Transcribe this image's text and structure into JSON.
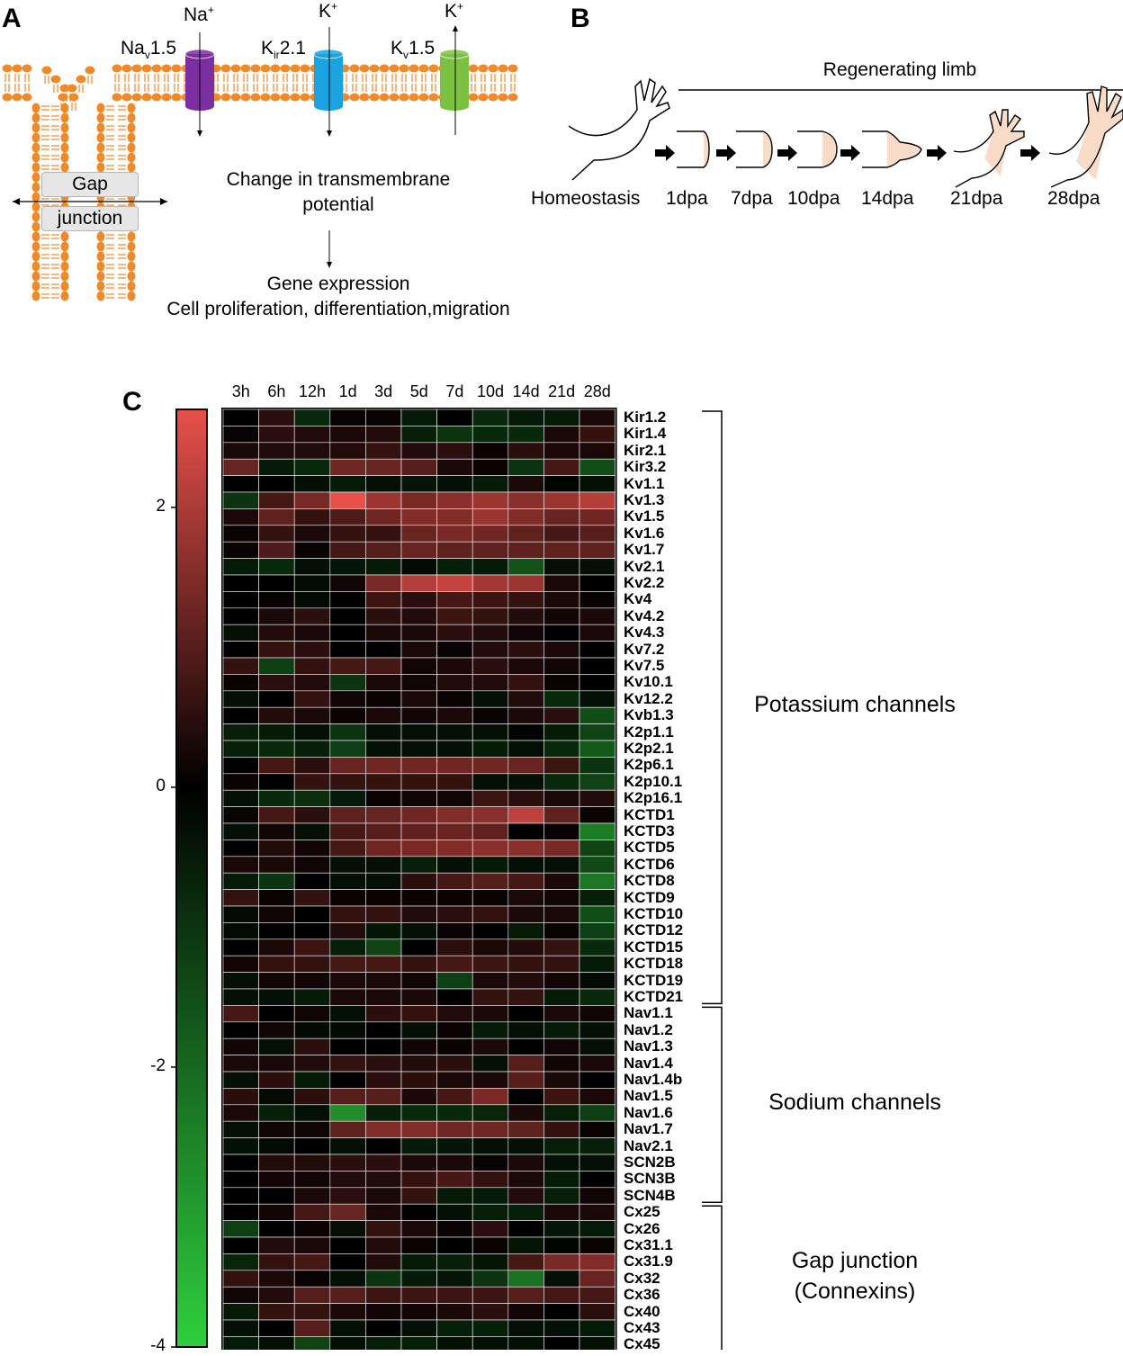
{
  "panelA": {
    "label": "A",
    "channels": [
      {
        "name_main": "Na",
        "name_sub": "v",
        "name_rest": "1.5",
        "ion": "Na",
        "ion_sup": "+",
        "color": "#7b2fa0"
      },
      {
        "name_main": "K",
        "name_sub": "ir",
        "name_rest": "2.1",
        "ion": "K",
        "ion_sup": "+",
        "color": "#1aa3e0"
      },
      {
        "name_main": "K",
        "name_sub": "v",
        "name_rest": "1.5",
        "ion": "K",
        "ion_sup": "+",
        "color": "#7cc242"
      }
    ],
    "gap_label_1": "Gap",
    "gap_label_2": "junction",
    "text_change_1": "Change in transmembrane",
    "text_change_2": "potential",
    "text_gene": "Gene expression",
    "text_cell": "Cell proliferation, differentiation,migration",
    "lipid_color": "#ee8a2a"
  },
  "panelB": {
    "label": "B",
    "header": "Regenerating limb",
    "stages": [
      "Homeostasis",
      "1dpa",
      "7dpa",
      "10dpa",
      "14dpa",
      "21dpa",
      "28dpa"
    ],
    "tissue_color": "#f8dcc8"
  },
  "panelC": {
    "label": "C",
    "colorbar_ticks": [
      "2",
      "0",
      "-2",
      "-4"
    ],
    "colorbar_range": [
      -4,
      2.7
    ],
    "columns": [
      "3h",
      "6h",
      "12h",
      "1d",
      "3d",
      "5d",
      "7d",
      "10d",
      "14d",
      "21d",
      "28d"
    ],
    "rows": [
      "Kir1.2",
      "Kir1.4",
      "Kir2.1",
      "Kir3.2",
      "Kv1.1",
      "Kv1.3",
      "Kv1.5",
      "Kv1.6",
      "Kv1.7",
      "Kv2.1",
      "Kv2.2",
      "Kv4",
      "Kv4.2",
      "Kv4.3",
      "Kv7.2",
      "Kv7.5",
      "Kv10.1",
      "Kv12.2",
      "Kvb1.3",
      "K2p1.1",
      "K2p2.1",
      "K2p6.1",
      "K2p10.1",
      "K2p16.1",
      "KCTD1",
      "KCTD3",
      "KCTD5",
      "KCTD6",
      "KCTD8",
      "KCTD9",
      "KCTD10",
      "KCTD12",
      "KCTD15",
      "KCTD18",
      "KCTD19",
      "KCTD21",
      "Nav1.1",
      "Nav1.2",
      "Nav1.3",
      "Nav1.4",
      "Nav1.4b",
      "Nav1.5",
      "Nav1.6",
      "Nav1.7",
      "Nav2.1",
      "SCN2B",
      "SCN3B",
      "SCN4B",
      "Cx25",
      "Cx26",
      "Cx31.1",
      "Cx31.9",
      "Cx32",
      "Cx36",
      "Cx40",
      "Cx43",
      "Cx45"
    ],
    "groups": [
      {
        "label_lines": [
          "Potassium channels"
        ],
        "first_row": 0,
        "last_row": 35
      },
      {
        "label_lines": [
          "Sodium channels"
        ],
        "first_row": 36,
        "last_row": 47
      },
      {
        "label_lines": [
          "Gap junction",
          "(Connexins)"
        ],
        "first_row": 48,
        "last_row": 56
      }
    ],
    "colors": {
      "high": "#e8504a",
      "mid": "#000000",
      "low": "#2fcf3e"
    },
    "values": [
      [
        0.0,
        0.5,
        -0.8,
        0.1,
        0.1,
        -0.5,
        0.0,
        -0.8,
        -0.5,
        -0.5,
        0.3
      ],
      [
        0.1,
        0.5,
        0.4,
        0.3,
        0.4,
        -0.6,
        -1.0,
        -0.8,
        -0.8,
        0.3,
        0.6
      ],
      [
        0.3,
        0.4,
        0.4,
        0.4,
        0.6,
        0.4,
        0.5,
        0.1,
        0.5,
        0.3,
        0.3
      ],
      [
        1.2,
        -0.5,
        -0.8,
        1.3,
        1.2,
        1.0,
        0.3,
        0.1,
        -1.0,
        0.8,
        -1.5
      ],
      [
        0.0,
        0.0,
        -0.3,
        -0.5,
        -0.3,
        -0.4,
        -0.3,
        -0.5,
        0.3,
        -0.1,
        -0.3
      ],
      [
        -1.0,
        0.8,
        1.4,
        2.8,
        1.8,
        1.4,
        1.6,
        1.8,
        1.6,
        1.8,
        2.1
      ],
      [
        0.3,
        1.1,
        0.6,
        0.9,
        1.3,
        1.5,
        1.5,
        1.8,
        1.5,
        1.2,
        1.3
      ],
      [
        0.1,
        0.6,
        0.3,
        0.6,
        0.6,
        1.2,
        1.4,
        1.3,
        1.1,
        0.8,
        1.0
      ],
      [
        0.1,
        0.9,
        0.1,
        0.8,
        1.0,
        1.2,
        1.1,
        1.1,
        1.1,
        1.1,
        1.1
      ],
      [
        -0.5,
        -0.8,
        -0.3,
        -0.4,
        -0.5,
        -0.2,
        -0.6,
        -0.5,
        -1.6,
        -0.3,
        -0.3
      ],
      [
        0.0,
        0.0,
        -0.2,
        0.2,
        1.4,
        2.1,
        2.3,
        1.9,
        1.8,
        0.3,
        0.0
      ],
      [
        0.0,
        0.1,
        -0.2,
        0.0,
        0.7,
        0.5,
        0.8,
        0.7,
        0.6,
        0.3,
        0.1
      ],
      [
        0.0,
        0.3,
        0.5,
        0.0,
        0.5,
        0.4,
        0.7,
        0.6,
        0.4,
        0.2,
        0.3
      ],
      [
        -0.3,
        0.4,
        0.3,
        0.0,
        0.3,
        0.3,
        0.5,
        0.4,
        0.2,
        0.0,
        0.3
      ],
      [
        0.0,
        0.6,
        0.5,
        0.0,
        0.0,
        0.3,
        0.1,
        0.4,
        0.5,
        0.3,
        0.0
      ],
      [
        0.6,
        -1.2,
        0.6,
        0.8,
        0.8,
        0.2,
        0.3,
        0.5,
        0.3,
        0.2,
        0.0
      ],
      [
        0.1,
        0.5,
        0.4,
        -1.0,
        0.3,
        0.2,
        0.4,
        0.4,
        0.6,
        0.1,
        0.0
      ],
      [
        -0.3,
        0.0,
        0.6,
        0.2,
        0.1,
        0.3,
        0.1,
        -0.3,
        0.4,
        -0.8,
        -0.3
      ],
      [
        0.0,
        0.4,
        0.3,
        0.1,
        0.3,
        0.2,
        0.3,
        0.1,
        0.3,
        0.5,
        -1.5
      ],
      [
        -0.6,
        -0.5,
        -0.3,
        -1.0,
        -0.3,
        -0.3,
        -0.3,
        -0.3,
        -0.1,
        -0.5,
        -1.3
      ],
      [
        -0.6,
        -0.8,
        -0.6,
        -1.2,
        -0.3,
        -0.3,
        -0.3,
        -0.5,
        -0.3,
        -0.8,
        -1.7
      ],
      [
        0.0,
        0.8,
        0.5,
        1.2,
        1.3,
        1.3,
        1.3,
        1.3,
        1.2,
        0.7,
        -1.0
      ],
      [
        0.1,
        0.0,
        0.6,
        0.6,
        0.6,
        0.6,
        0.6,
        -0.3,
        -0.3,
        -0.8,
        -1.3
      ],
      [
        -0.3,
        -0.8,
        -0.9,
        -0.5,
        0.1,
        0.2,
        0.2,
        0.7,
        0.5,
        0.3,
        0.4
      ],
      [
        0.1,
        0.8,
        0.5,
        1.1,
        1.2,
        1.3,
        1.5,
        1.6,
        2.2,
        1.1,
        0.1
      ],
      [
        -0.3,
        0.2,
        -0.3,
        0.8,
        1.0,
        1.1,
        1.2,
        1.1,
        0.0,
        0.1,
        -2.4
      ],
      [
        0.0,
        0.4,
        0.2,
        0.8,
        1.3,
        1.4,
        1.5,
        1.6,
        1.6,
        1.4,
        -1.3
      ],
      [
        0.3,
        0.3,
        0.2,
        -0.3,
        -0.3,
        -0.6,
        -0.3,
        -0.5,
        -0.3,
        -0.3,
        -1.4
      ],
      [
        -0.5,
        -1.0,
        0.0,
        -0.3,
        -0.3,
        0.5,
        0.8,
        1.0,
        0.8,
        0.3,
        -2.3
      ],
      [
        0.6,
        0.1,
        0.6,
        0.1,
        0.1,
        0.1,
        0.1,
        0.1,
        0.3,
        0.2,
        -0.6
      ],
      [
        -0.2,
        0.2,
        0.0,
        0.6,
        0.6,
        0.4,
        0.5,
        0.6,
        0.3,
        0.3,
        -1.5
      ],
      [
        -0.2,
        0.0,
        0.0,
        0.4,
        -0.4,
        -0.3,
        0.1,
        0.0,
        -0.5,
        0.1,
        -1.2
      ],
      [
        0.0,
        0.3,
        0.7,
        -0.6,
        -1.3,
        0.0,
        0.5,
        0.3,
        0.4,
        0.6,
        -0.8
      ],
      [
        0.2,
        0.6,
        0.6,
        0.8,
        0.8,
        0.6,
        0.8,
        0.7,
        0.6,
        0.6,
        -0.5
      ],
      [
        -0.3,
        0.2,
        0.2,
        0.3,
        0.3,
        0.2,
        -1.2,
        0.3,
        0.4,
        0.2,
        -0.2
      ],
      [
        -0.3,
        -0.3,
        -0.5,
        0.3,
        0.3,
        0.3,
        0.0,
        0.6,
        0.6,
        -0.5,
        -0.8
      ],
      [
        0.8,
        0.0,
        0.2,
        -0.3,
        0.5,
        0.6,
        0.4,
        0.3,
        0.0,
        0.3,
        0.2
      ],
      [
        0.0,
        0.2,
        -0.2,
        -0.2,
        0.0,
        -0.3,
        0.1,
        -0.5,
        -0.3,
        -0.5,
        -0.3
      ],
      [
        0.2,
        -0.3,
        0.5,
        0.0,
        0.0,
        0.2,
        0.1,
        0.3,
        0.0,
        0.2,
        -0.3
      ],
      [
        0.3,
        0.3,
        0.4,
        0.6,
        0.5,
        0.4,
        0.5,
        -0.3,
        1.0,
        0.2,
        0.3
      ],
      [
        -0.3,
        0.5,
        -0.5,
        0.0,
        0.5,
        0.5,
        0.3,
        0.3,
        1.0,
        0.3,
        0.0
      ],
      [
        0.5,
        -0.2,
        0.5,
        1.0,
        1.0,
        0.3,
        0.8,
        1.4,
        0.0,
        0.7,
        0.3
      ],
      [
        0.3,
        -0.6,
        -0.3,
        -2.7,
        -0.6,
        -0.8,
        -0.8,
        -0.7,
        0.3,
        -0.6,
        -1.2
      ],
      [
        -0.3,
        0.2,
        0.2,
        1.1,
        1.5,
        1.5,
        1.3,
        1.3,
        1.1,
        0.6,
        0.1
      ],
      [
        -0.3,
        -0.2,
        0.0,
        -0.3,
        0.0,
        -0.5,
        -0.4,
        -0.3,
        -0.3,
        -0.6,
        -0.6
      ],
      [
        0.0,
        0.4,
        0.4,
        0.5,
        0.5,
        0.3,
        0.3,
        0.1,
        0.3,
        -0.3,
        -0.3
      ],
      [
        0.0,
        0.2,
        0.2,
        0.4,
        0.4,
        0.6,
        0.8,
        0.6,
        0.3,
        -0.5,
        0.0
      ],
      [
        0.0,
        0.0,
        0.3,
        0.5,
        0.3,
        0.6,
        -0.5,
        -0.5,
        0.4,
        -0.6,
        0.2
      ],
      [
        0.0,
        0.2,
        0.8,
        1.2,
        0.3,
        0.0,
        -0.3,
        -0.6,
        -0.6,
        0.3,
        0.3
      ],
      [
        -1.2,
        0.0,
        0.1,
        -0.3,
        0.6,
        0.3,
        0.1,
        0.5,
        0.0,
        -0.4,
        -0.5
      ],
      [
        0.0,
        0.4,
        0.3,
        0.0,
        0.4,
        0.1,
        0.0,
        0.1,
        -0.4,
        -0.1,
        0.1
      ],
      [
        -0.7,
        0.6,
        0.8,
        0.0,
        0.4,
        -0.5,
        -0.6,
        -0.4,
        0.8,
        1.4,
        1.5
      ],
      [
        0.6,
        0.3,
        0.1,
        -0.3,
        -1.0,
        -0.5,
        -0.4,
        -1.0,
        -2.2,
        -0.3,
        1.2
      ],
      [
        0.2,
        0.4,
        1.0,
        1.0,
        0.7,
        0.7,
        0.7,
        0.7,
        1.0,
        0.8,
        0.8
      ],
      [
        -0.5,
        0.6,
        0.6,
        0.3,
        0.2,
        0.2,
        0.3,
        0.5,
        0.2,
        0.0,
        0.5
      ],
      [
        -0.3,
        0.0,
        1.0,
        -0.3,
        0.0,
        -0.3,
        -0.6,
        -0.6,
        -0.3,
        -0.3,
        -0.5
      ],
      [
        -0.5,
        -0.3,
        -1.3,
        -0.3,
        -0.6,
        -0.6,
        -0.3,
        -0.3,
        -0.3,
        0.0,
        -0.3
      ]
    ]
  }
}
